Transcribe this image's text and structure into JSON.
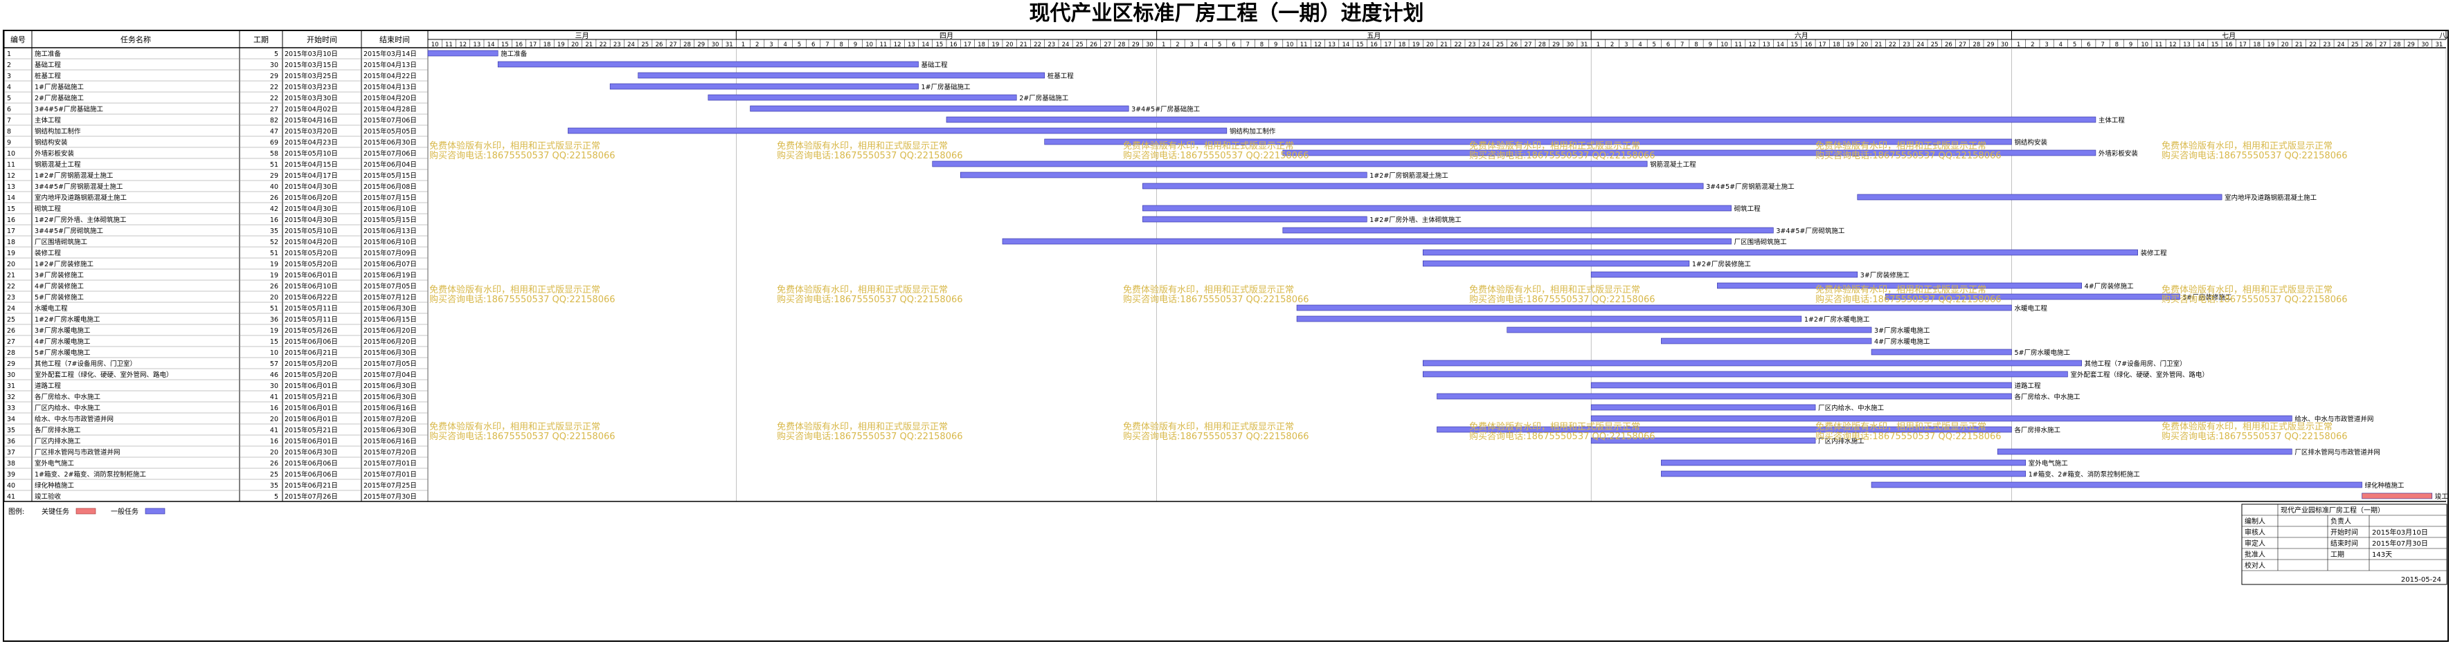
{
  "title": "现代产业区标准厂房工程（一期）进度计划",
  "columns": {
    "id": "编号",
    "name": "任务名称",
    "duration": "工期",
    "start": "开始时间",
    "end": "结束时间"
  },
  "months": [
    "三月",
    "四月",
    "五月",
    "六月",
    "七月",
    "八月"
  ],
  "colors": {
    "normal_bar": "#7b7bf0",
    "critical_bar": "#f07b7b",
    "critical_text": "#ff0000",
    "watermark": "#d8b84a"
  },
  "watermark": [
    "免费体验版有水印，相用和正式版显示正常",
    "购买咨询电话:18675550537 QQ:22158066"
  ],
  "legend": {
    "label": "图例:",
    "critical": "关键任务",
    "normal": "一般任务"
  },
  "info_box": {
    "project_name": "现代产业园标准厂房工程（一期）",
    "rows": [
      {
        "k1": "编制人",
        "v1": "",
        "k2": "负责人",
        "v2": ""
      },
      {
        "k1": "审核人",
        "v1": "",
        "k2": "开始时间",
        "v2": "2015年03月10日"
      },
      {
        "k1": "审定人",
        "v1": "",
        "k2": "结束时间",
        "v2": "2015年07月30日"
      },
      {
        "k1": "批准人",
        "v1": "",
        "k2": "工期",
        "v2": "143天"
      },
      {
        "k1": "校对人",
        "v1": "",
        "k2": "",
        "v2": ""
      }
    ],
    "date": "2015-05-24"
  },
  "chart_data": {
    "type": "gantt",
    "title": "现代产业区标准厂房工程（一期）进度计划",
    "x_range": [
      "2015-03-10",
      "2015-08-01"
    ],
    "tasks": [
      {
        "id": "1",
        "name": "施工准备",
        "duration": 5,
        "start": "2015年03月10日",
        "end": "2015年03月14日",
        "critical": false
      },
      {
        "id": "2",
        "name": "基础工程",
        "duration": 30,
        "start": "2015年03月15日",
        "end": "2015年04月13日",
        "critical": false
      },
      {
        "id": "3",
        "name": "桩基工程",
        "duration": 29,
        "start": "2015年03月25日",
        "end": "2015年04月22日",
        "critical": false
      },
      {
        "id": "4",
        "name": "1#厂房基础施工",
        "duration": 22,
        "start": "2015年03月23日",
        "end": "2015年04月13日",
        "critical": false
      },
      {
        "id": "5",
        "name": "2#厂房基础施工",
        "duration": 22,
        "start": "2015年03月30日",
        "end": "2015年04月20日",
        "critical": false
      },
      {
        "id": "6",
        "name": "3#4#5#厂房基础施工",
        "duration": 27,
        "start": "2015年04月02日",
        "end": "2015年04月28日",
        "critical": false
      },
      {
        "id": "7",
        "name": "主体工程",
        "duration": 82,
        "start": "2015年04月16日",
        "end": "2015年07月06日",
        "critical": false
      },
      {
        "id": "8",
        "name": "钢结构加工制作",
        "duration": 47,
        "start": "2015年03月20日",
        "end": "2015年05月05日",
        "critical": false
      },
      {
        "id": "9",
        "name": "钢结构安装",
        "duration": 69,
        "name2": "",
        "start": "2015年04月23日",
        "end": "2015年06月30日",
        "critical": false
      },
      {
        "id": "10",
        "name": "外墙彩板安装",
        "duration": 58,
        "start": "2015年05月10日",
        "end": "2015年07月06日",
        "critical": false
      },
      {
        "id": "11",
        "name": "钢筋混凝土工程",
        "duration": 51,
        "start": "2015年04月15日",
        "end": "2015年06月04日",
        "critical": false
      },
      {
        "id": "12",
        "name": "1#2#厂房钢筋混凝土施工",
        "duration": 29,
        "start": "2015年04月17日",
        "end": "2015年05月15日",
        "critical": false
      },
      {
        "id": "13",
        "name": "3#4#5#厂房钢筋混凝土施工",
        "duration": 40,
        "start": "2015年04月30日",
        "end": "2015年06月08日",
        "critical": false
      },
      {
        "id": "14",
        "name": "室内地坪及道路钢筋混凝土施工",
        "duration": 26,
        "start": "2015年06月20日",
        "end": "2015年07月15日",
        "critical": false
      },
      {
        "id": "15",
        "name": "砌筑工程",
        "duration": 42,
        "start": "2015年04月30日",
        "end": "2015年06月10日",
        "critical": false
      },
      {
        "id": "16",
        "name": "1#2#厂房外墙、主体砌筑施工",
        "duration": 16,
        "start": "2015年04月30日",
        "end": "2015年05月15日",
        "critical": false
      },
      {
        "id": "17",
        "name": "3#4#5#厂房砌筑施工",
        "duration": 35,
        "start": "2015年05月10日",
        "end": "2015年06月13日",
        "critical": false
      },
      {
        "id": "18",
        "name": "厂区围墙砌筑施工",
        "duration": 52,
        "start": "2015年04月20日",
        "end": "2015年06月10日",
        "critical": false
      },
      {
        "id": "19",
        "name": "装修工程",
        "duration": 51,
        "start": "2015年05月20日",
        "end": "2015年07月09日",
        "critical": false
      },
      {
        "id": "20",
        "name": "1#2#厂房装修施工",
        "duration": 19,
        "start": "2015年05月20日",
        "end": "2015年06月07日",
        "critical": false
      },
      {
        "id": "21",
        "name": "3#厂房装修施工",
        "duration": 19,
        "start": "2015年06月01日",
        "end": "2015年06月19日",
        "critical": false
      },
      {
        "id": "22",
        "name": "4#厂房装修施工",
        "duration": 26,
        "start": "2015年06月10日",
        "end": "2015年07月05日",
        "critical": false
      },
      {
        "id": "23",
        "name": "5#厂房装修施工",
        "duration": 20,
        "start": "2015年06月22日",
        "end": "2015年07月12日",
        "critical": false
      },
      {
        "id": "24",
        "name": "水暖电工程",
        "duration": 51,
        "start": "2015年05月11日",
        "end": "2015年06月30日",
        "critical": false
      },
      {
        "id": "25",
        "name": "1#2#厂房水暖电施工",
        "duration": 36,
        "start": "2015年05月11日",
        "end": "2015年06月15日",
        "critical": false
      },
      {
        "id": "26",
        "name": "3#厂房水暖电施工",
        "duration": 19,
        "start": "2015年05月26日",
        "end": "2015年06月20日",
        "critical": false
      },
      {
        "id": "27",
        "name": "4#厂房水暖电施工",
        "duration": 15,
        "start": "2015年06月06日",
        "end": "2015年06月20日",
        "critical": false
      },
      {
        "id": "28",
        "name": "5#厂房水暖电施工",
        "duration": 10,
        "start": "2015年06月21日",
        "end": "2015年06月30日",
        "critical": false
      },
      {
        "id": "29",
        "name": "其他工程（7#设备用房、门卫室）",
        "duration": 57,
        "start": "2015年05月20日",
        "end": "2015年07月05日",
        "critical": false
      },
      {
        "id": "30",
        "name": "室外配套工程（绿化、硬硬、室外管网、路电）",
        "duration": 46,
        "start": "2015年05月20日",
        "end": "2015年07月04日",
        "critical": false
      },
      {
        "id": "31",
        "name": "道路工程",
        "duration": 30,
        "start": "2015年06月01日",
        "end": "2015年06月30日",
        "critical": false
      },
      {
        "id": "32",
        "name": "各厂房给水、中水施工",
        "duration": 41,
        "start": "2015年05月21日",
        "end": "2015年06月30日",
        "critical": false
      },
      {
        "id": "33",
        "name": "厂区内给水、中水施工",
        "duration": 16,
        "start": "2015年06月01日",
        "end": "2015年06月16日",
        "critical": false
      },
      {
        "id": "34",
        "name": "给水、中水与市政管道并网",
        "duration": 20,
        "start": "2015年06月01日",
        "end": "2015年07月20日",
        "critical": false
      },
      {
        "id": "35",
        "name": "各厂房排水施工",
        "duration": 41,
        "start": "2015年05月21日",
        "end": "2015年06月30日",
        "critical": false
      },
      {
        "id": "36",
        "name": "厂区内排水施工",
        "duration": 16,
        "start": "2015年06月01日",
        "end": "2015年06月16日",
        "critical": false
      },
      {
        "id": "37",
        "name": "厂区排水管网与市政管道并网",
        "duration": 20,
        "start": "2015年06月30日",
        "end": "2015年07月20日",
        "critical": false
      },
      {
        "id": "38",
        "name": "室外电气施工",
        "duration": 26,
        "start": "2015年06月06日",
        "end": "2015年07月01日",
        "critical": false
      },
      {
        "id": "39",
        "name": "1#箱变、2#箱变、消防泵控制柜施工",
        "duration": 25,
        "start": "2015年06月06日",
        "end": "2015年07月01日",
        "critical": false
      },
      {
        "id": "40",
        "name": "绿化种植施工",
        "duration": 35,
        "start": "2015年06月21日",
        "end": "2015年07月25日",
        "critical": false
      },
      {
        "id": "41",
        "name": "竣工验收",
        "duration": 5,
        "start": "2015年07月26日",
        "end": "2015年07月30日",
        "critical": true
      }
    ]
  }
}
